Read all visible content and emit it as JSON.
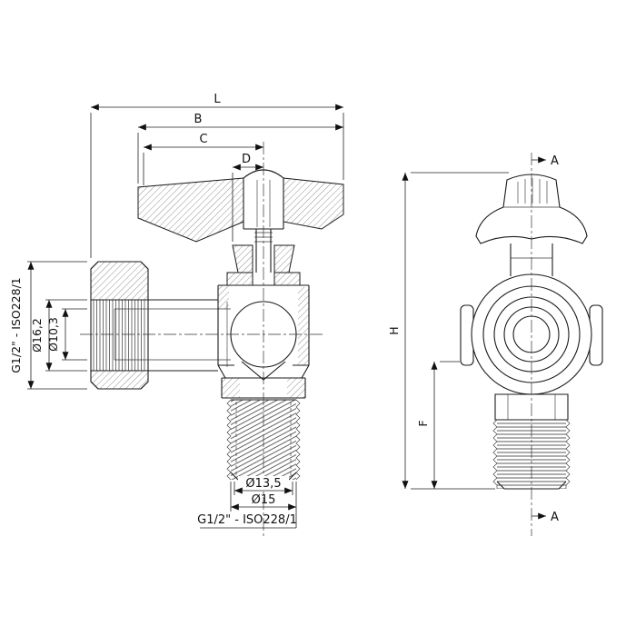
{
  "drawing": {
    "background": "#ffffff",
    "line_color": "#1b1b1b",
    "top_dims": {
      "L": "L",
      "B": "B",
      "C": "C",
      "D": "D"
    },
    "left_callouts": {
      "thread_spec": "G1/2\" - ISO228/1",
      "outer_diameter": "Ø16,2",
      "bore_diameter": "Ø10,3"
    },
    "bottom_callouts": {
      "core_diameter": "Ø13,5",
      "thread_diameter": "Ø15",
      "thread_spec": "G1/2\" - ISO228/1"
    },
    "side_dims": {
      "H": "H",
      "F": "F"
    },
    "section_marks": {
      "top": "A",
      "bottom": "A"
    }
  }
}
